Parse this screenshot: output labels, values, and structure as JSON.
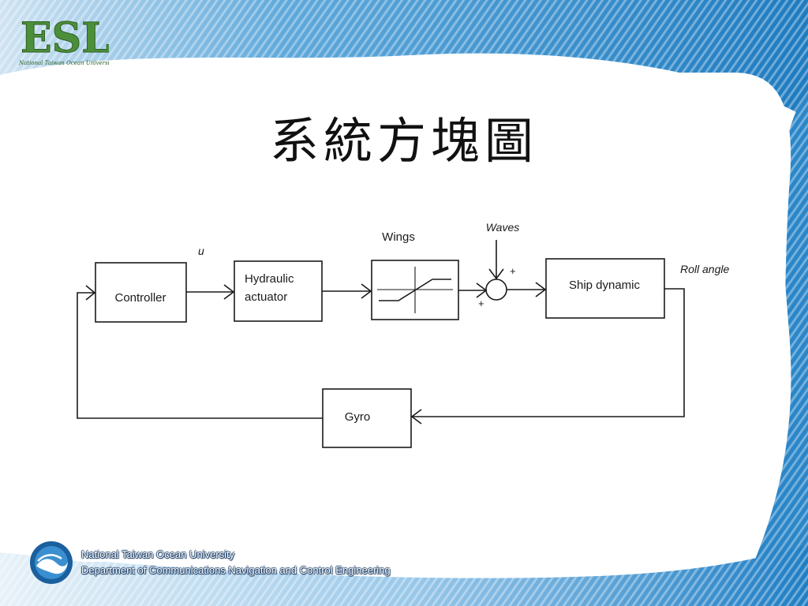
{
  "slide": {
    "title": "系統方塊圖",
    "logo_text": "ESL",
    "logo_subtitle": "National Taiwan Ocean University"
  },
  "diagram": {
    "blocks": {
      "controller": "Controller",
      "hydraulic_line1": "Hydraulic",
      "hydraulic_line2": "actuator",
      "ship_dynamic": "Ship dynamic",
      "gyro": "Gyro"
    },
    "labels": {
      "u": "u",
      "wings": "Wings",
      "waves": "Waves",
      "roll_angle": "Roll angle",
      "plus_top": "+",
      "plus_bottom": "+"
    }
  },
  "footer": {
    "university": "National Taiwan Ocean University",
    "department": "Department of Communications Navigation and Control Engineering"
  },
  "colors": {
    "accent_blue": "#2a86c8",
    "deep_blue": "#1a5f9e"
  }
}
